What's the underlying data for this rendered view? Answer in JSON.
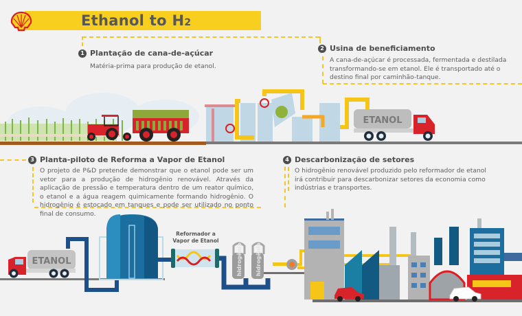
{
  "header": {
    "title_main": "Ethanol to H",
    "title_sub": "2",
    "logo": "shell-logo-icon",
    "bar_color": "#f9cf1f"
  },
  "steps": [
    {
      "number": "1",
      "title": "Plantação de cana-de-açúcar",
      "body": "Matéria-prima para produção de etanol."
    },
    {
      "number": "2",
      "title": "Usina de beneficiamento",
      "body": "A cana-de-açúcar é processada, fermentada e destilada transformando-se em etanol. Ele é transportado até o destino final por caminhão-tanque."
    },
    {
      "number": "3",
      "title": "Planta-piloto de Reforma a Vapor de Etanol",
      "body": "O projeto de P&D pretende demonstrar que o etanol pode ser um vetor para a produção de hidrogênio renovável. Através da aplicação de pressão e temperatura dentro de um reator químico, o etanol e a água reagem quimicamente formando hidrogênio. O hidrogênio é estocado em tanques e pode ser utilizado no ponto final de consumo."
    },
    {
      "number": "4",
      "title": "Descarbonização de setores",
      "body": "O hidrogênio renovável produzido pelo reformador de etanol irá contribuir para descarbonizar setores da economia como indústrias e transportes."
    }
  ],
  "illustrations": {
    "truck_top_label": "ETANOL",
    "truck_bottom_label": "ETANOL",
    "reformer_label_line1": "Reformador a",
    "reformer_label_line2": "Vapor de Etanol",
    "tank1_label": "hidrogênio",
    "tank2_label": "hidrogênio"
  },
  "colors": {
    "accent_yellow": "#f9cf1f",
    "dash_yellow": "#f3c623",
    "text_dark": "#4d4d4d",
    "truck_red": "#d9232b",
    "pipe_blue": "#1d4f8a",
    "tank_blue": "#1b6e9e",
    "factory_gray": "#b3b3b3",
    "background": "#f2f2f2"
  }
}
